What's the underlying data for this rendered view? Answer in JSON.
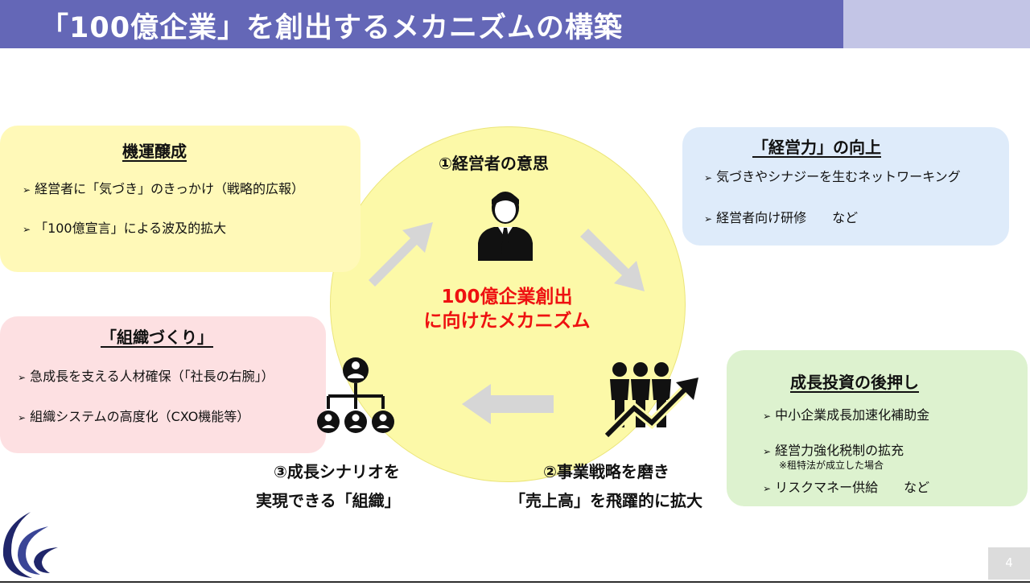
{
  "header": {
    "title": "「100億企業」を創出するメカニズムの構築"
  },
  "center": {
    "line1": "100億企業創出",
    "line2": "に向けたメカニズム"
  },
  "stages": {
    "s1": "①経営者の意思",
    "s2_line1": "②事業戦略を磨き",
    "s2_line2": "「売上高」を飛躍的に拡大",
    "s3_line1": "③成長シナリオを",
    "s3_line2": "実現できる「組織」"
  },
  "boxes": {
    "momentum": {
      "title": "機運醸成",
      "items": [
        "経営者に「気づき」のきっかけ（戦略的広報）",
        "「100億宣言」による波及的拡大"
      ]
    },
    "mgmt": {
      "title": "「経営力」の向上",
      "items": [
        "気づきやシナジーを生むネットワーキング",
        "経営者向け研修　　など"
      ]
    },
    "org": {
      "title": "「組織づくり」",
      "items": [
        "急成長を支える人材確保（「社長の右腕」）",
        "組織システムの高度化（CXO機能等）"
      ]
    },
    "invest": {
      "title": "成長投資の後押し",
      "items": [
        "中小企業成長加速化補助金",
        "経営力強化税制の拡充",
        "リスクマネー供給　　など"
      ],
      "note": "※租特法が成立した場合"
    }
  },
  "bullet_mark": "➢",
  "page": {
    "number": "4"
  },
  "colors": {
    "title_bar": "#6467b7",
    "circle": "#fcf9a8",
    "center_text": "#ee1111",
    "arrow": "#d6d6d6"
  }
}
